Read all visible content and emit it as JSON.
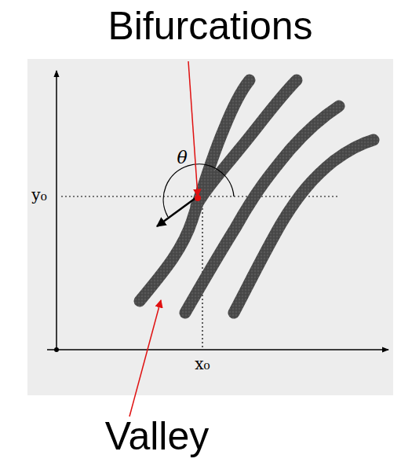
{
  "diagram": {
    "labels": [
      "Bifurcations",
      "θ",
      "y₀",
      "x₀",
      "Valley"
    ]
  }
}
